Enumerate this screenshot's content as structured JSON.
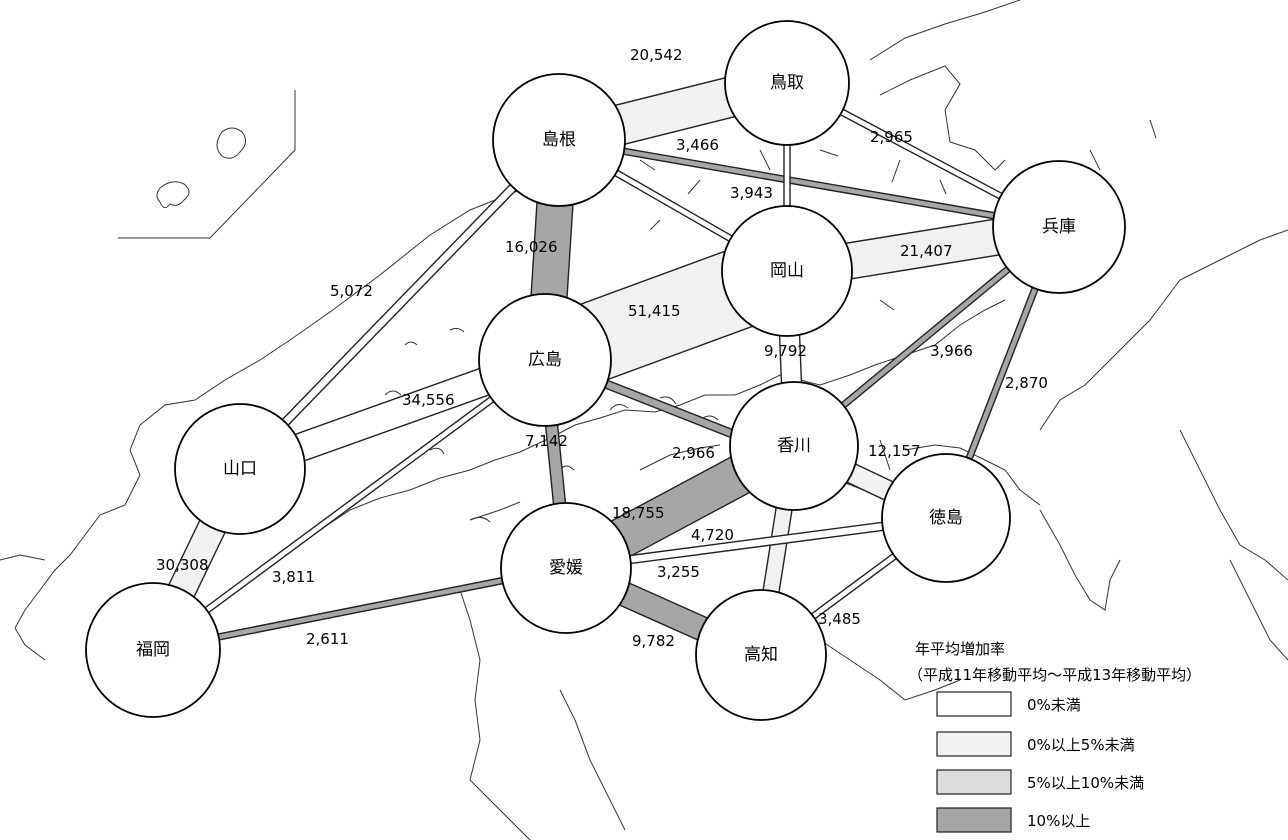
{
  "prefectures": [
    {
      "id": "tottori",
      "name": "鳥取"
    },
    {
      "id": "shimane",
      "name": "島根"
    },
    {
      "id": "hyogo",
      "name": "兵庫"
    },
    {
      "id": "okayama",
      "name": "岡山"
    },
    {
      "id": "hiroshima",
      "name": "広島"
    },
    {
      "id": "yamaguchi",
      "name": "山口"
    },
    {
      "id": "kagawa",
      "name": "香川"
    },
    {
      "id": "tokushima",
      "name": "徳島"
    },
    {
      "id": "ehime",
      "name": "愛媛"
    },
    {
      "id": "kochi",
      "name": "高知"
    },
    {
      "id": "fukuoka",
      "name": "福岡"
    }
  ],
  "flows": [
    {
      "from": "shimane",
      "to": "tottori",
      "volume": "20,542",
      "category": 1
    },
    {
      "from": "tottori",
      "to": "hyogo",
      "volume": "2,965",
      "category": 0
    },
    {
      "from": "shimane",
      "to": "okayama",
      "volume": "3,466",
      "category": 0
    },
    {
      "from": "shimane",
      "to": "hyogo",
      "volume": "",
      "category": 3
    },
    {
      "from": "tottori",
      "to": "okayama",
      "volume": "3,943",
      "category": 0
    },
    {
      "from": "shimane",
      "to": "hiroshima",
      "volume": "16,026",
      "category": 3
    },
    {
      "from": "shimane",
      "to": "yamaguchi",
      "volume": "5,072",
      "category": 0
    },
    {
      "from": "okayama",
      "to": "hyogo",
      "volume": "21,407",
      "category": 1
    },
    {
      "from": "hiroshima",
      "to": "okayama",
      "volume": "51,415",
      "category": 1
    },
    {
      "from": "okayama",
      "to": "kagawa",
      "volume": "9,792",
      "category": 0
    },
    {
      "from": "kagawa",
      "to": "hyogo",
      "volume": "3,966",
      "category": 3
    },
    {
      "from": "tokushima",
      "to": "hyogo",
      "volume": "2,870",
      "category": 3
    },
    {
      "from": "hiroshima",
      "to": "yamaguchi",
      "volume": "34,556",
      "category": 0
    },
    {
      "from": "hiroshima",
      "to": "ehime",
      "volume": "7,142",
      "category": 3
    },
    {
      "from": "hiroshima",
      "to": "tokushima",
      "volume": "2,966",
      "category": 3
    },
    {
      "from": "kagawa",
      "to": "tokushima",
      "volume": "12,157",
      "category": 1
    },
    {
      "from": "ehime",
      "to": "kagawa",
      "volume": "18,755",
      "category": 3
    },
    {
      "from": "kagawa",
      "to": "kochi",
      "volume": "4,720",
      "category": 1
    },
    {
      "from": "ehime",
      "to": "tokushima",
      "volume": "3,255",
      "category": 0
    },
    {
      "from": "ehime",
      "to": "kochi",
      "volume": "9,782",
      "category": 3
    },
    {
      "from": "kochi",
      "to": "tokushima",
      "volume": "3,485",
      "category": 0
    },
    {
      "from": "yamaguchi",
      "to": "fukuoka",
      "volume": "30,308",
      "category": 1
    },
    {
      "from": "hiroshima",
      "to": "fukuoka",
      "volume": "3,811",
      "category": 0
    },
    {
      "from": "ehime",
      "to": "fukuoka",
      "volume": "2,611",
      "category": 3
    }
  ],
  "legend": {
    "title": "年平均増加率",
    "subtitle": "（平成11年移動平均～平成13年移動平均）",
    "items": [
      {
        "label": "0%未満",
        "color": "#ffffff"
      },
      {
        "label": "0%以上5%未満",
        "color": "#f1f1f1"
      },
      {
        "label": "5%以上10%未満",
        "color": "#dcdcdc"
      },
      {
        "label": "10%以上",
        "color": "#a6a6a6"
      }
    ]
  }
}
